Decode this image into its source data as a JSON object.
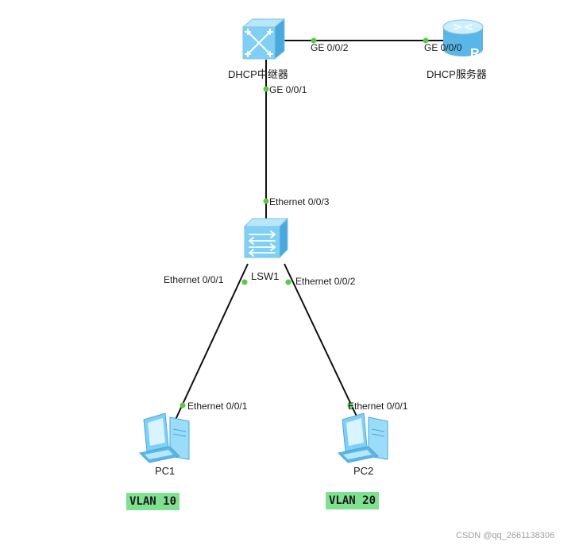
{
  "devices": {
    "relay": "DHCP中继器",
    "server": "DHCP服务器",
    "switch": "LSW1",
    "pc1": "PC1",
    "pc2": "PC2"
  },
  "ports": {
    "relay_ge002": "GE 0/0/2",
    "server_ge000": "GE 0/0/0",
    "relay_ge001": "GE 0/0/1",
    "switch_eth003": "Ethernet 0/0/3",
    "switch_eth001": "Ethernet 0/0/1",
    "switch_eth002": "Ethernet 0/0/2",
    "pc1_eth001": "Ethernet 0/0/1",
    "pc2_eth001": "Ethernet 0/0/1"
  },
  "vlans": {
    "pc1": "VLAN 10",
    "pc2": "VLAN 20"
  },
  "watermark": "CSDN @qq_2661138306",
  "colors": {
    "link": "#111111",
    "port_dot": "#5cc84a",
    "device_blue": "#6fc4ee",
    "vlan_bg": "#7fe08f"
  }
}
